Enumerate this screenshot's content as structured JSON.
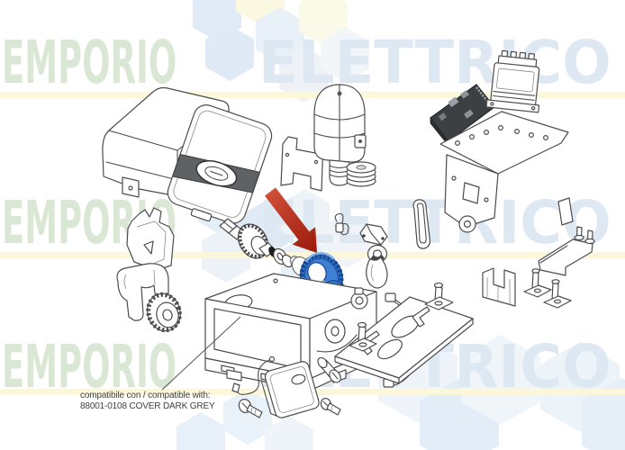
{
  "watermark": {
    "word_left": "EMPORIO",
    "word_right": "ELETTRICO",
    "word_left_color": "#dbe7d5",
    "word_right_color": "#dee8f2",
    "accent_strip_color": "#faf7dc"
  },
  "callout": {
    "line1": "compatibile con / compatible with:",
    "line2": "88001-0108 COVER DARK GREY"
  },
  "highlight": {
    "gear_color": "#3f80d4",
    "gear_dark_color": "#17448f",
    "arrow_color": "#b2220f"
  }
}
